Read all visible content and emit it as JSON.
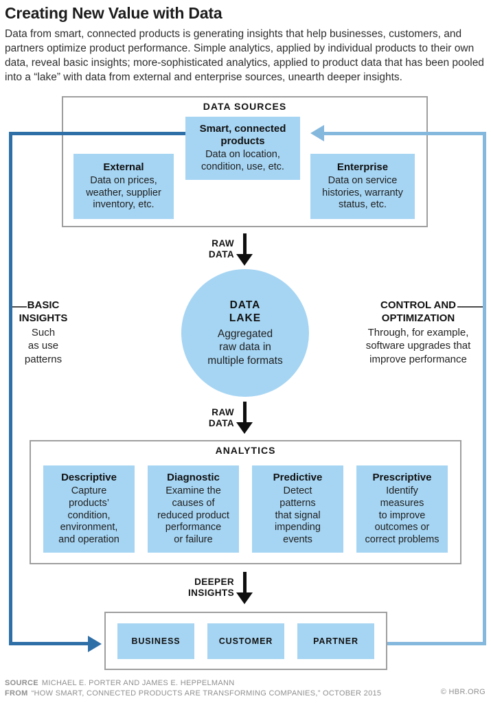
{
  "header": {
    "title": "Creating New Value with Data",
    "intro": "Data from smart, connected products is generating insights that help businesses, customers, and partners optimize product performance. Simple analytics, applied by individual products to their own data, reveal basic insights; more-sophisticated analytics, applied to product data that has been pooled into a “lake” with data from external and enterprise sources, unearth deeper insights."
  },
  "colors": {
    "box_blue": "#a6d5f3",
    "feedback_dark_blue": "#2f6fa7",
    "feedback_light_blue": "#85b8dd",
    "outline_gray": "#9e9e9e"
  },
  "data_sources": {
    "label": "DATA SOURCES",
    "smart": {
      "title": "Smart, connected\nproducts",
      "body": "Data on location,\ncondition, use, etc."
    },
    "external": {
      "title": "External",
      "body": "Data on prices,\nweather, supplier\ninventory, etc."
    },
    "enterprise": {
      "title": "Enterprise",
      "body": "Data on service\nhistories, warranty\nstatus, etc."
    }
  },
  "flow_labels": {
    "raw_data": "RAW\nDATA",
    "deeper_insights": "DEEPER\nINSIGHTS"
  },
  "data_lake": {
    "title": "DATA\nLAKE",
    "body": "Aggregated\nraw data in\nmultiple formats"
  },
  "basic_insights": {
    "title": "BASIC\nINSIGHTS",
    "body": "Such\nas use\npatterns"
  },
  "control_optimization": {
    "title": "CONTROL AND\nOPTIMIZATION",
    "body": "Through, for example,\nsoftware upgrades that\nimprove performance"
  },
  "analytics": {
    "label": "ANALYTICS",
    "boxes": [
      {
        "title": "Descriptive",
        "body": "Capture\nproducts’\ncondition,\nenvironment,\nand operation"
      },
      {
        "title": "Diagnostic",
        "body": "Examine the\ncauses of\nreduced product\nperformance\nor failure"
      },
      {
        "title": "Predictive",
        "body": "Detect\npatterns\nthat signal\nimpending\nevents"
      },
      {
        "title": "Prescriptive",
        "body": "Identify\nmeasures\nto improve\noutcomes or\ncorrect problems"
      }
    ]
  },
  "beneficiaries": {
    "items": [
      "BUSINESS",
      "CUSTOMER",
      "PARTNER"
    ]
  },
  "footer": {
    "source_label": "SOURCE",
    "source_text": "MICHAEL E. PORTER AND JAMES E. HEPPELMANN",
    "from_label": "FROM",
    "from_text": "“HOW SMART, CONNECTED PRODUCTS ARE TRANSFORMING COMPANIES,” OCTOBER 2015",
    "credit": "© HBR.ORG"
  }
}
